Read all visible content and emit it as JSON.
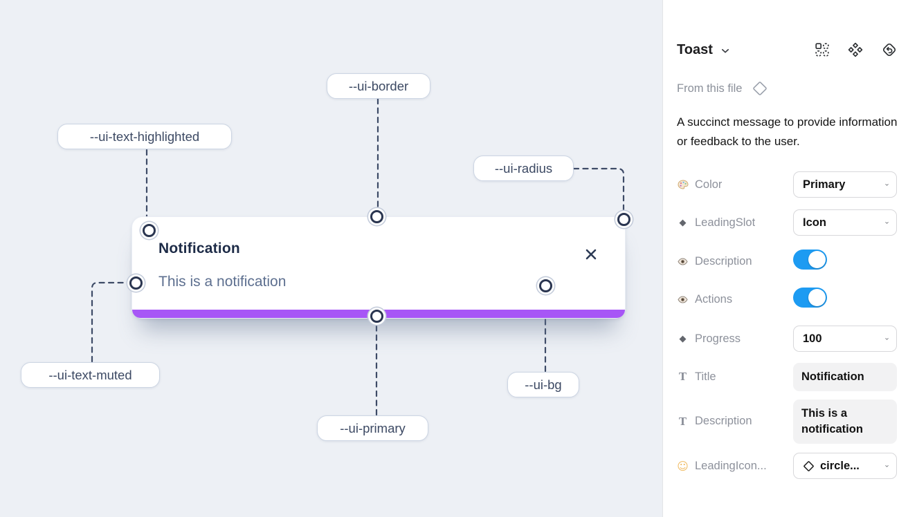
{
  "colors": {
    "accent_blue": "#1d9bf2",
    "primary_purple": "#a756f6",
    "canvas_bg": "#edf0f5"
  },
  "canvas": {
    "toast": {
      "title": "Notification",
      "description": "This is a notification"
    },
    "labels": [
      {
        "text": "--ui-border"
      },
      {
        "text": "--ui-text-highlighted"
      },
      {
        "text": "--ui-radius"
      },
      {
        "text": "--ui-text-muted"
      },
      {
        "text": "--ui-primary"
      },
      {
        "text": "--ui-bg"
      }
    ]
  },
  "panel": {
    "title": "Toast",
    "source": "From this file",
    "description": "A succinct message to provide information or feedback to the user.",
    "header_icons": [
      "instance-grid-icon",
      "component-icon",
      "return-to-component-icon"
    ],
    "rows": {
      "color": {
        "label": "Color",
        "value": "Primary"
      },
      "leading_slot": {
        "label": "LeadingSlot",
        "value": "Icon"
      },
      "description_visible": {
        "label": "Description",
        "enabled": true
      },
      "actions_visible": {
        "label": "Actions",
        "enabled": true
      },
      "progress": {
        "label": "Progress",
        "value": "100"
      },
      "title": {
        "label": "Title",
        "value": "Notification"
      },
      "description_text": {
        "label": "Description",
        "value": "This is a notification"
      },
      "leading_icon": {
        "label": "LeadingIcon...",
        "value": "circle..."
      }
    }
  }
}
